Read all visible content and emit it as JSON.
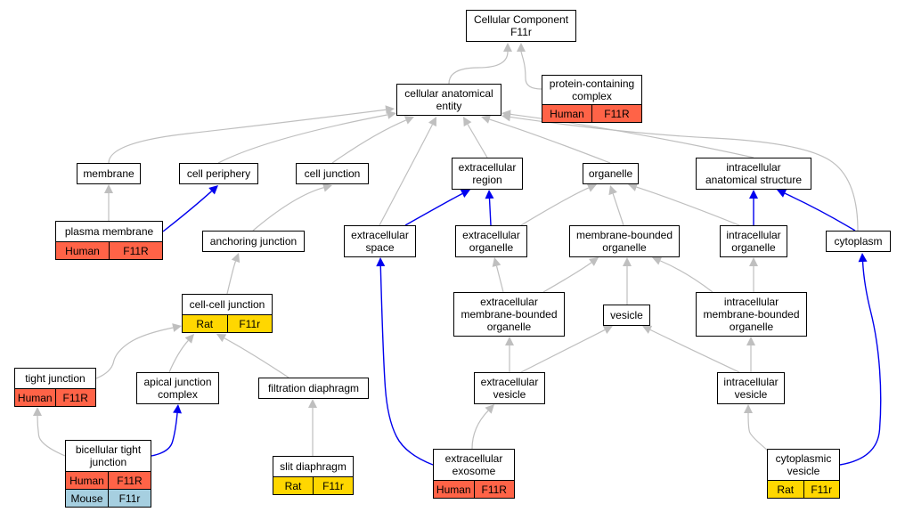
{
  "colors": {
    "inferred_edge": "#bfbfbf",
    "direct_edge": "#0000ee",
    "human": "#ff6347",
    "rat": "#ffd700",
    "mouse": "#a6cfe0"
  },
  "nodes": {
    "root": {
      "label": "Cellular Component\nF11r"
    },
    "protein_complex": {
      "label": "protein-containing\ncomplex",
      "annotations": [
        {
          "species": "Human",
          "gene": "F11R",
          "color": "#ff6347"
        }
      ]
    },
    "anatomical_entity": {
      "label": "cellular anatomical\nentity"
    },
    "membrane": {
      "label": "membrane"
    },
    "cell_periphery": {
      "label": "cell periphery"
    },
    "cell_junction": {
      "label": "cell junction"
    },
    "extracellular_region": {
      "label": "extracellular\nregion"
    },
    "organelle": {
      "label": "organelle"
    },
    "intracellular_structure": {
      "label": "intracellular\nanatomical structure"
    },
    "plasma_membrane": {
      "label": "plasma membrane",
      "annotations": [
        {
          "species": "Human",
          "gene": "F11R",
          "color": "#ff6347"
        }
      ]
    },
    "anchoring_junction": {
      "label": "anchoring junction"
    },
    "extracellular_space": {
      "label": "extracellular\nspace"
    },
    "extracellular_organelle": {
      "label": "extracellular\norganelle"
    },
    "membrane_bounded_organelle": {
      "label": "membrane-bounded\norganelle"
    },
    "intracellular_organelle": {
      "label": "intracellular\norganelle"
    },
    "cytoplasm": {
      "label": "cytoplasm"
    },
    "cell_cell_junction": {
      "label": "cell-cell junction",
      "annotations": [
        {
          "species": "Rat",
          "gene": "F11r",
          "color": "#ffd700"
        }
      ]
    },
    "ec_mb_organelle": {
      "label": "extracellular\nmembrane-bounded\norganelle"
    },
    "vesicle": {
      "label": "vesicle"
    },
    "ic_mb_organelle": {
      "label": "intracellular\nmembrane-bounded\norganelle"
    },
    "tight_junction": {
      "label": "tight junction",
      "annotations": [
        {
          "species": "Human",
          "gene": "F11R",
          "color": "#ff6347"
        }
      ]
    },
    "apical_junction_complex": {
      "label": "apical junction\ncomplex"
    },
    "filtration_diaphragm": {
      "label": "filtration diaphragm"
    },
    "extracellular_vesicle": {
      "label": "extracellular\nvesicle"
    },
    "intracellular_vesicle": {
      "label": "intracellular\nvesicle"
    },
    "bicellular_tight_junction": {
      "label": "bicellular tight\njunction",
      "annotations": [
        {
          "species": "Human",
          "gene": "F11R",
          "color": "#ff6347"
        },
        {
          "species": "Mouse",
          "gene": "F11r",
          "color": "#a6cfe0"
        }
      ]
    },
    "slit_diaphragm": {
      "label": "slit diaphragm",
      "annotations": [
        {
          "species": "Rat",
          "gene": "F11r",
          "color": "#ffd700"
        }
      ]
    },
    "extracellular_exosome": {
      "label": "extracellular\nexosome",
      "annotations": [
        {
          "species": "Human",
          "gene": "F11R",
          "color": "#ff6347"
        }
      ]
    },
    "cytoplasmic_vesicle": {
      "label": "cytoplasmic\nvesicle",
      "annotations": [
        {
          "species": "Rat",
          "gene": "F11r",
          "color": "#ffd700"
        }
      ]
    }
  },
  "edges": [
    {
      "from": "anatomical_entity",
      "to": "root",
      "type": "inferred"
    },
    {
      "from": "protein_complex",
      "to": "root",
      "type": "inferred"
    },
    {
      "from": "membrane",
      "to": "anatomical_entity",
      "type": "inferred"
    },
    {
      "from": "cell_periphery",
      "to": "anatomical_entity",
      "type": "inferred"
    },
    {
      "from": "cell_junction",
      "to": "anatomical_entity",
      "type": "inferred"
    },
    {
      "from": "extracellular_space",
      "to": "anatomical_entity",
      "type": "inferred"
    },
    {
      "from": "extracellular_region",
      "to": "anatomical_entity",
      "type": "inferred"
    },
    {
      "from": "organelle",
      "to": "anatomical_entity",
      "type": "inferred"
    },
    {
      "from": "intracellular_structure",
      "to": "anatomical_entity",
      "type": "inferred"
    },
    {
      "from": "cytoplasm",
      "to": "anatomical_entity",
      "type": "inferred"
    },
    {
      "from": "plasma_membrane",
      "to": "membrane",
      "type": "inferred"
    },
    {
      "from": "plasma_membrane",
      "to": "cell_periphery",
      "type": "direct"
    },
    {
      "from": "anchoring_junction",
      "to": "cell_junction",
      "type": "inferred"
    },
    {
      "from": "extracellular_space",
      "to": "extracellular_region",
      "type": "direct"
    },
    {
      "from": "extracellular_organelle",
      "to": "extracellular_region",
      "type": "direct"
    },
    {
      "from": "extracellular_organelle",
      "to": "organelle",
      "type": "inferred"
    },
    {
      "from": "membrane_bounded_organelle",
      "to": "organelle",
      "type": "inferred"
    },
    {
      "from": "intracellular_organelle",
      "to": "organelle",
      "type": "inferred"
    },
    {
      "from": "intracellular_organelle",
      "to": "intracellular_structure",
      "type": "direct"
    },
    {
      "from": "cytoplasm",
      "to": "intracellular_structure",
      "type": "direct"
    },
    {
      "from": "cell_cell_junction",
      "to": "anchoring_junction",
      "type": "inferred"
    },
    {
      "from": "ec_mb_organelle",
      "to": "extracellular_organelle",
      "type": "inferred"
    },
    {
      "from": "ec_mb_organelle",
      "to": "membrane_bounded_organelle",
      "type": "inferred"
    },
    {
      "from": "vesicle",
      "to": "membrane_bounded_organelle",
      "type": "inferred"
    },
    {
      "from": "ic_mb_organelle",
      "to": "membrane_bounded_organelle",
      "type": "inferred"
    },
    {
      "from": "ic_mb_organelle",
      "to": "intracellular_organelle",
      "type": "inferred"
    },
    {
      "from": "tight_junction",
      "to": "cell_cell_junction",
      "type": "inferred"
    },
    {
      "from": "apical_junction_complex",
      "to": "cell_cell_junction",
      "type": "inferred"
    },
    {
      "from": "filtration_diaphragm",
      "to": "cell_cell_junction",
      "type": "inferred"
    },
    {
      "from": "extracellular_vesicle",
      "to": "ec_mb_organelle",
      "type": "inferred"
    },
    {
      "from": "extracellular_vesicle",
      "to": "vesicle",
      "type": "inferred"
    },
    {
      "from": "intracellular_vesicle",
      "to": "vesicle",
      "type": "inferred"
    },
    {
      "from": "intracellular_vesicle",
      "to": "ic_mb_organelle",
      "type": "inferred"
    },
    {
      "from": "bicellular_tight_junction",
      "to": "tight_junction",
      "type": "inferred"
    },
    {
      "from": "bicellular_tight_junction",
      "to": "apical_junction_complex",
      "type": "direct"
    },
    {
      "from": "slit_diaphragm",
      "to": "filtration_diaphragm",
      "type": "inferred"
    },
    {
      "from": "extracellular_exosome",
      "to": "extracellular_vesicle",
      "type": "inferred"
    },
    {
      "from": "extracellular_exosome",
      "to": "extracellular_space",
      "type": "direct"
    },
    {
      "from": "cytoplasmic_vesicle",
      "to": "intracellular_vesicle",
      "type": "inferred"
    },
    {
      "from": "cytoplasmic_vesicle",
      "to": "cytoplasm",
      "type": "direct"
    }
  ]
}
